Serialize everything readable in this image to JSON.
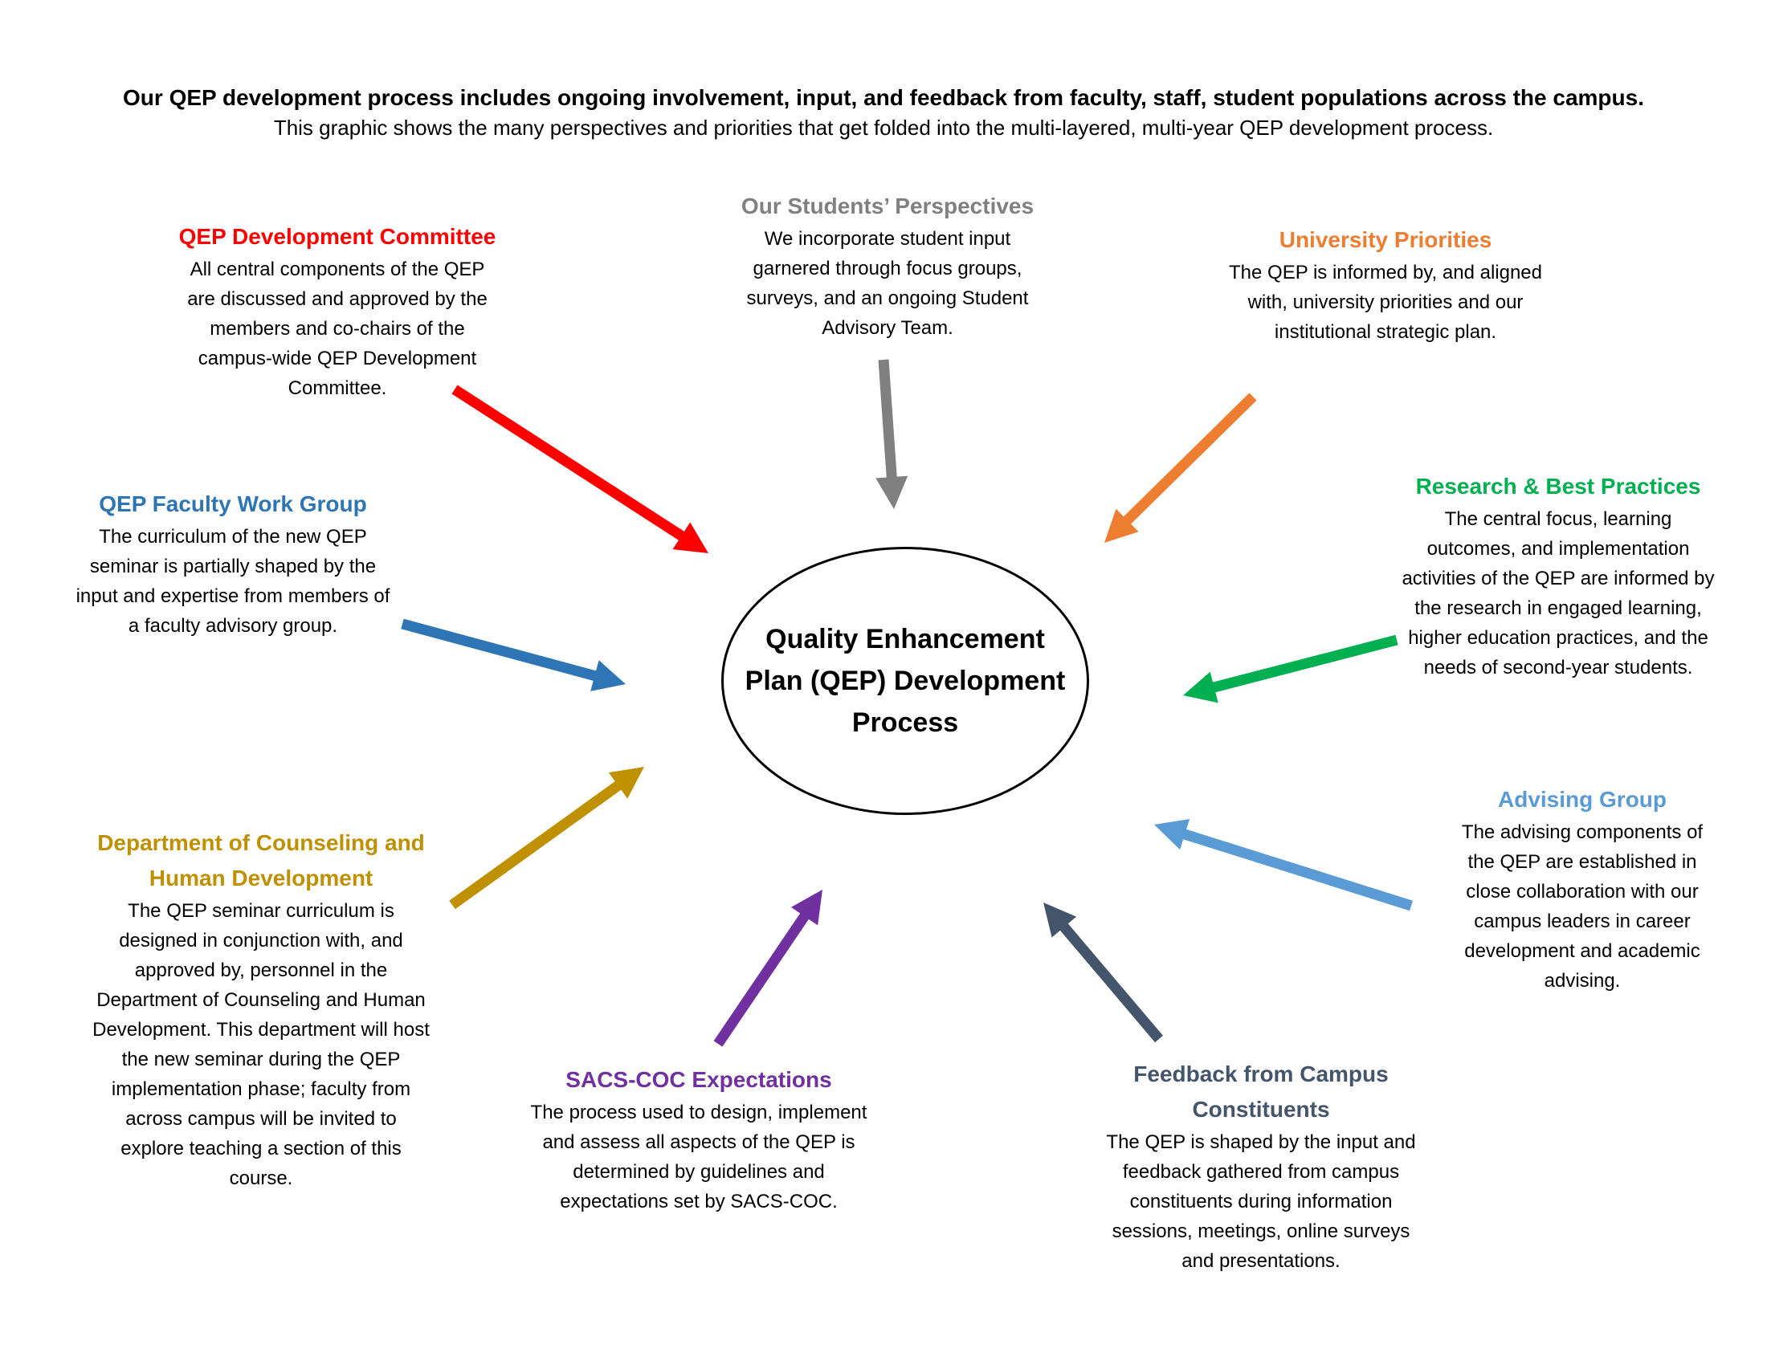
{
  "intro": {
    "bold": "Our QEP development process includes ongoing involvement, input, and feedback from faculty, staff, student populations across the campus.",
    "plain": "This graphic shows the many perspectives and priorities that get folded into the multi-layered, multi-year QEP development process."
  },
  "center": {
    "title": "Quality Enhancement Plan (QEP) Development Process"
  },
  "blocks": [
    {
      "title": "QEP Development Committee",
      "body": "All central components of the QEP are discussed and approved by the members and co-chairs of the campus-wide QEP Development Committee.",
      "color": "#ff0000"
    },
    {
      "title": "Our Students’ Perspectives",
      "body": "We incorporate student input garnered through focus groups, surveys, and an ongoing Student Advisory Team.",
      "color": "#808080"
    },
    {
      "title": "University Priorities",
      "body": "The QEP is informed by, and aligned with, university priorities and our institutional strategic plan.",
      "color": "#ed7d31"
    },
    {
      "title": "QEP Faculty Work Group",
      "body": "The curriculum of the new QEP seminar is partially shaped by the input and expertise from members of a faculty advisory group.",
      "color": "#2e75b6"
    },
    {
      "title": "Research & Best Practices",
      "body": "The central focus, learning outcomes, and implementation activities of the QEP are informed by the research in engaged learning, higher education practices, and the needs of second-year students.",
      "color": "#00b050"
    },
    {
      "title": "Department of Counseling and Human Development",
      "body": "The QEP seminar curriculum is designed in conjunction with, and approved by, personnel in the Department of Counseling and Human Development. This department will host the new seminar during the QEP implementation phase; faculty from across campus will be invited to explore teaching a section of this course.",
      "color": "#bf9000"
    },
    {
      "title": "Advising Group",
      "body": "The advising components of the QEP are established in close collaboration with our campus leaders in career development and academic advising.",
      "color": "#5b9bd5"
    },
    {
      "title": "SACS-COC Expectations",
      "body": "The process used to design, implement and assess all aspects of the QEP is determined by guidelines and expectations set by SACS-COC.",
      "color": "#7030a0"
    },
    {
      "title": "Feedback from Campus Constituents",
      "body": "The QEP is shaped by the input and feedback gathered from campus constituents during information sessions, meetings, online surveys and presentations.",
      "color": "#44546a"
    }
  ]
}
